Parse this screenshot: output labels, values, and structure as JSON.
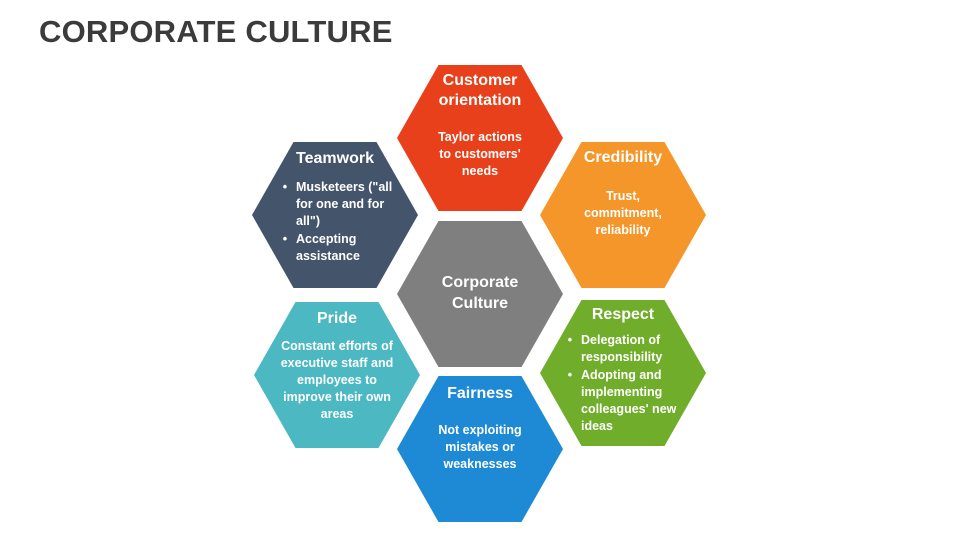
{
  "title": "CORPORATE CULTURE",
  "colors": {
    "center": "#7f7f7f",
    "customer": "#e8401a",
    "credibility": "#f5962a",
    "respect": "#70ad2a",
    "fairness": "#1e8ad6",
    "pride": "#4bb8c2",
    "teamwork": "#44546a"
  },
  "center": {
    "line1": "Corporate",
    "line2": "Culture"
  },
  "customer": {
    "title1": "Customer",
    "title2": "orientation",
    "body": [
      "Taylor actions",
      "to customers'",
      "needs"
    ]
  },
  "credibility": {
    "title": "Credibility",
    "body": [
      "Trust,",
      "commitment,",
      "reliability"
    ]
  },
  "respect": {
    "title": "Respect",
    "items": [
      [
        "Delegation of",
        "responsibility"
      ],
      [
        "Adopting and",
        "implementing",
        "colleagues' new",
        "ideas"
      ]
    ]
  },
  "fairness": {
    "title": "Fairness",
    "body": [
      "Not exploiting",
      "mistakes or",
      "weaknesses"
    ]
  },
  "pride": {
    "title": "Pride",
    "body": [
      "Constant efforts of",
      "executive staff and",
      "employees to",
      "improve their own",
      "areas"
    ]
  },
  "teamwork": {
    "title": "Teamwork",
    "items": [
      [
        "Musketeers (\"all",
        "for one and for",
        "all\")"
      ],
      [
        "Accepting",
        "assistance"
      ]
    ]
  },
  "bullet": "•"
}
